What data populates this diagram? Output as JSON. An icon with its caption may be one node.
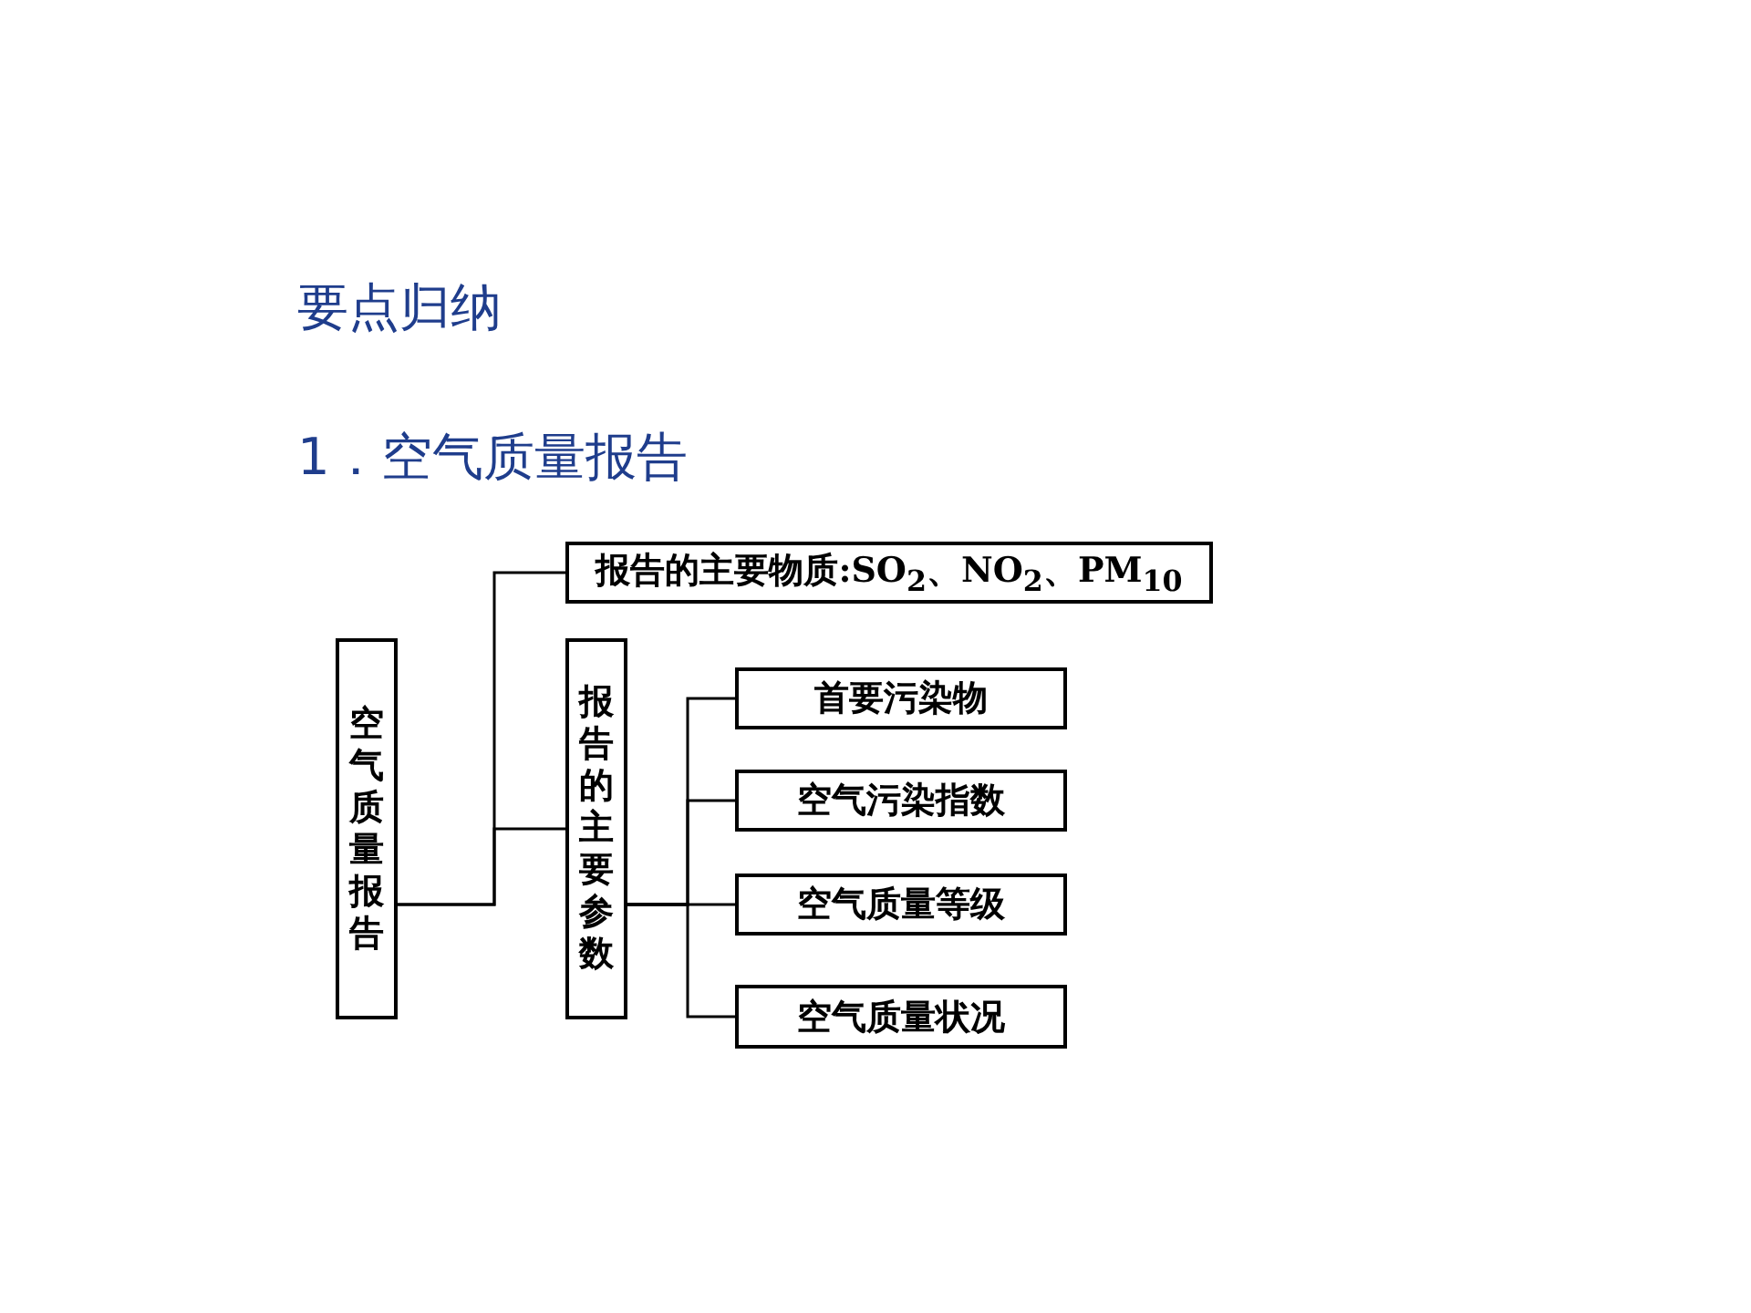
{
  "diagram": {
    "title": "要点归纳",
    "nodes": [
      {
        "text": [
          "空气质量报告"
        ]
      },
      {
        "text": [
          "报告的主要物质:SO$_{2}$、NO$_{2}$、PM$_{10}$"
        ]
      },
      {
        "text": [
          "报告的主要参数"
        ]
      },
      {
        "text": [
          "首要污染物"
        ]
      },
      {
        "text": [
          "空气污染指数"
        ]
      },
      {
        "text": [
          "空气质量等级"
        ]
      },
      {
        "text": [
          "空气质量状况"
        ]
      }
    ],
    "edges": [
      {
        "from": 0,
        "to": 1,
        "arrow": "none"
      },
      {
        "from": 0,
        "to": 2,
        "arrow": "none"
      },
      {
        "from": 2,
        "to": 3,
        "arrow": "none"
      },
      {
        "from": 2,
        "to": 4,
        "arrow": "none"
      },
      {
        "from": 2,
        "to": 5,
        "arrow": "none"
      },
      {
        "from": 2,
        "to": 6,
        "arrow": "none"
      }
    ],
    "labels": [
      "1．空气质量报告"
    ]
  }
}
